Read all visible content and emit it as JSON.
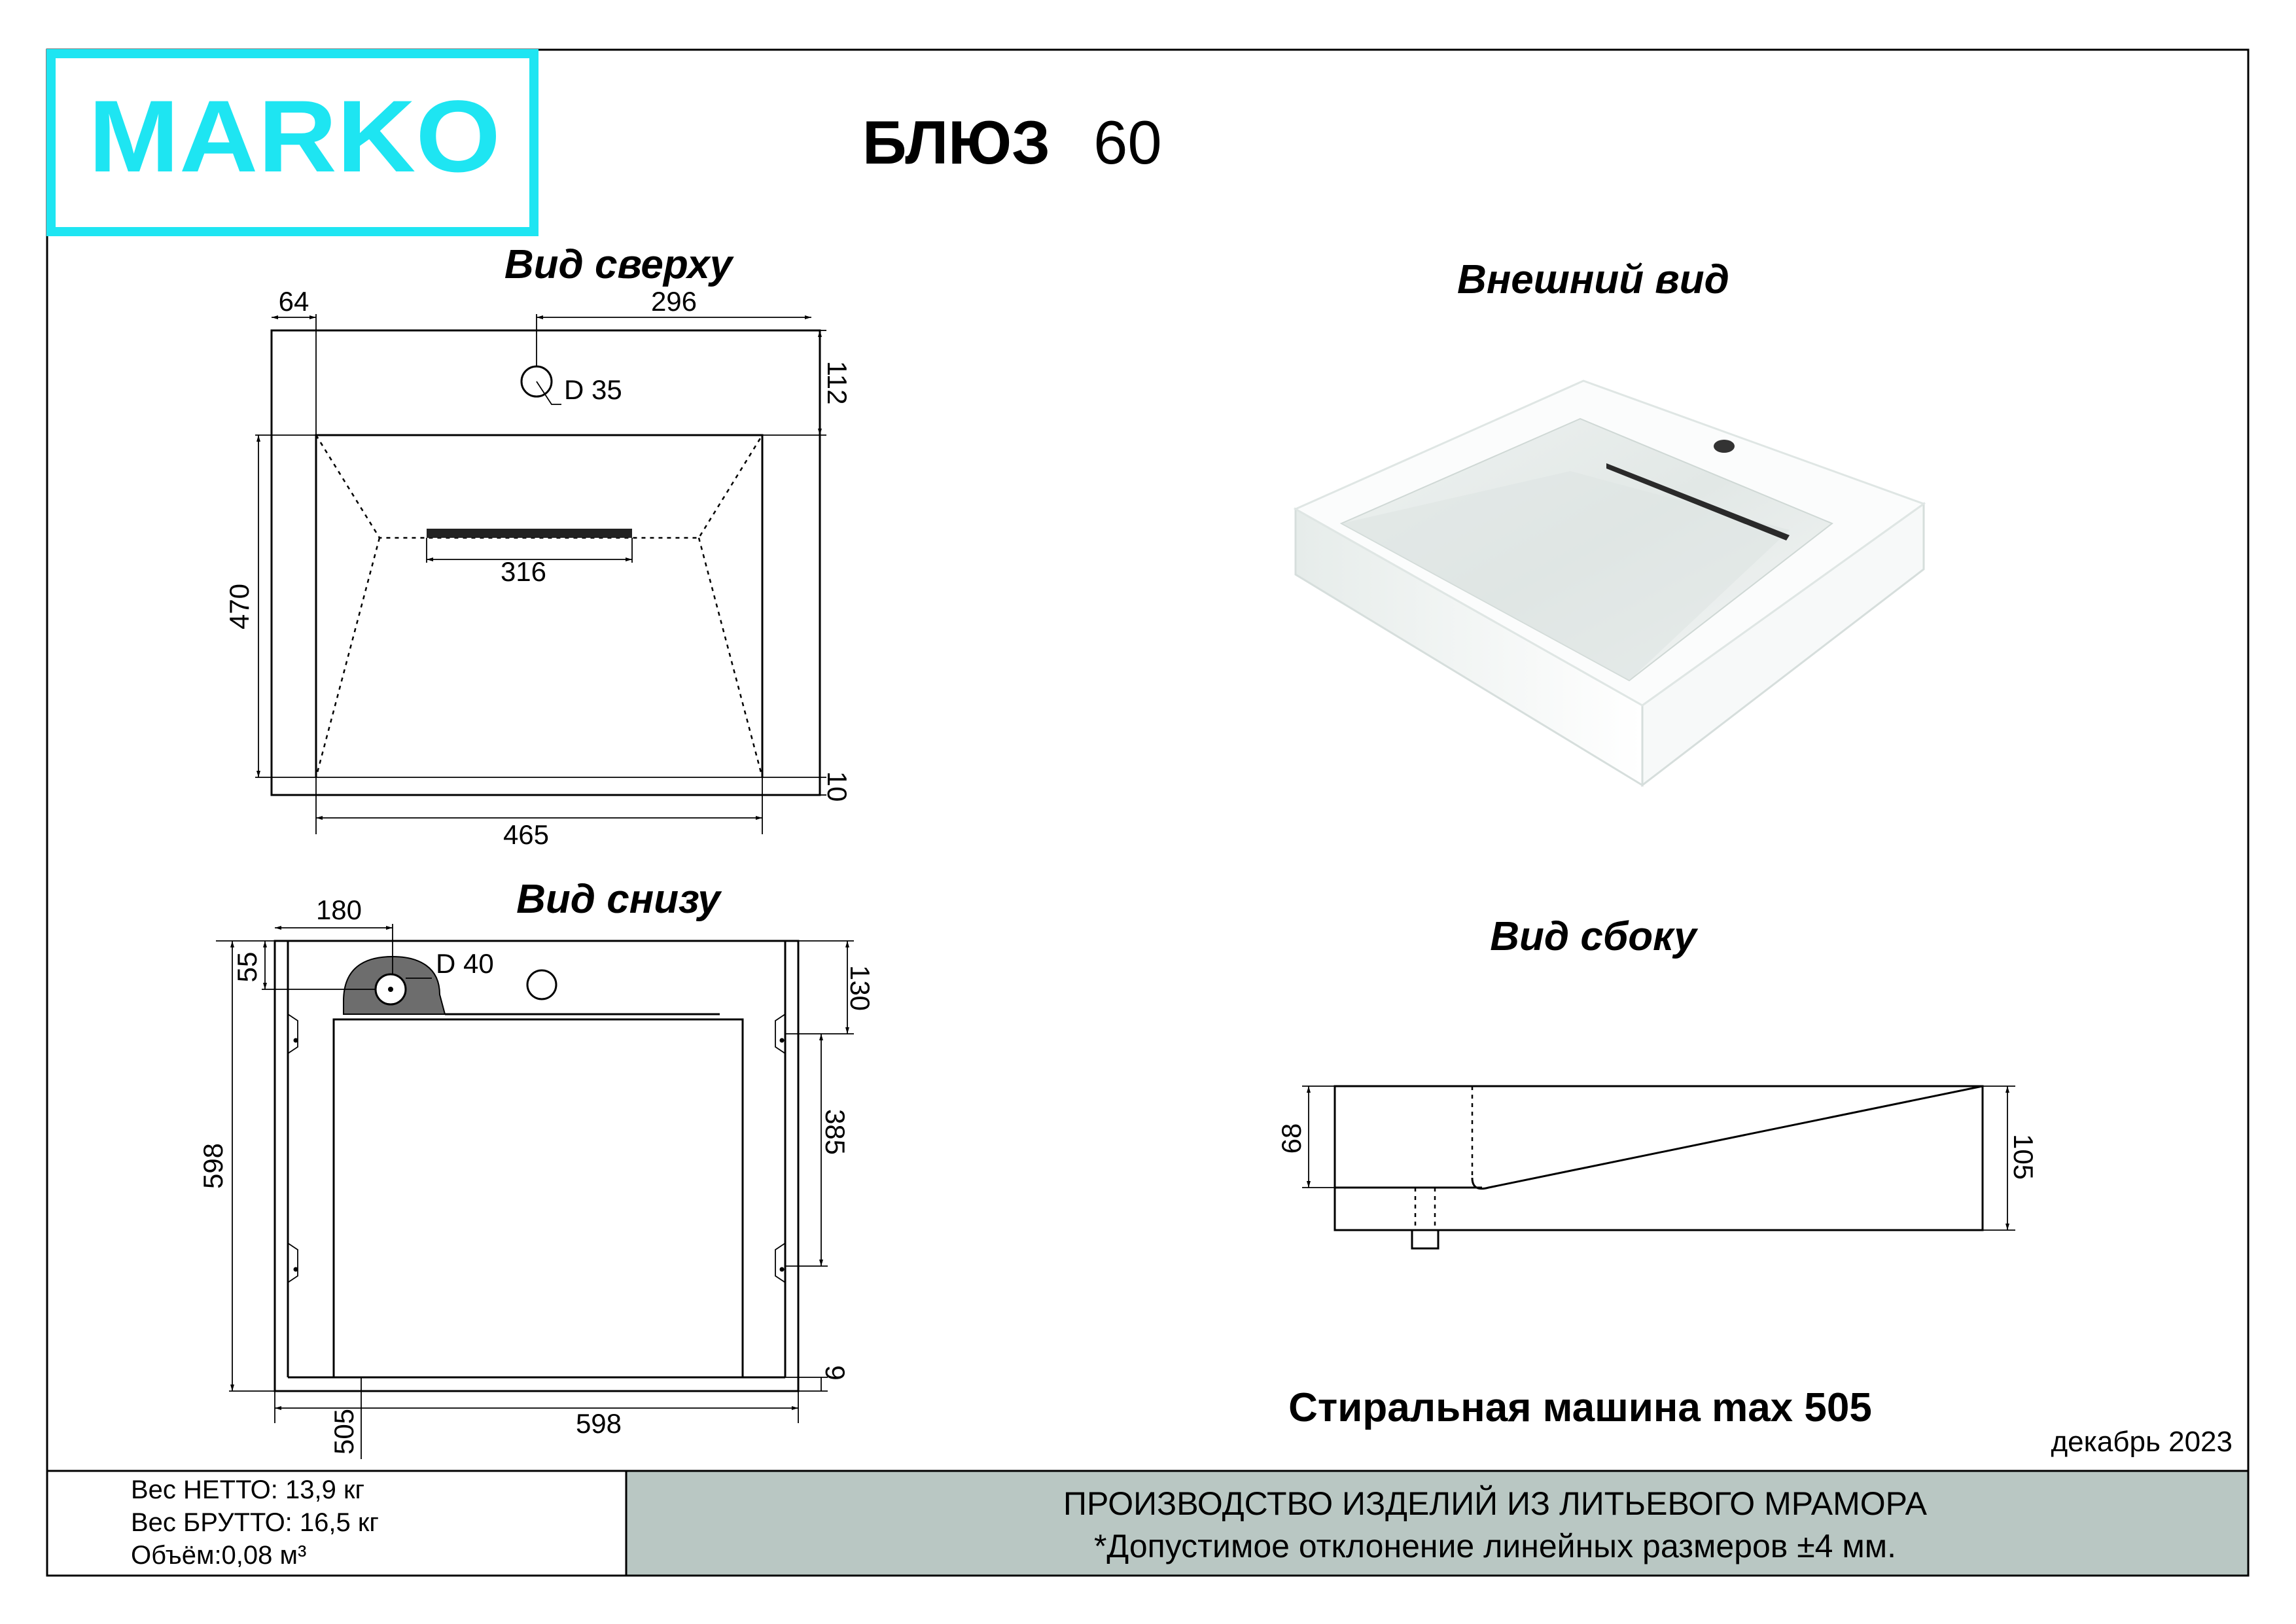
{
  "brand": {
    "logo_text": "MARKO",
    "accent_color": "#1ee5f2"
  },
  "title": {
    "product": "БЛЮЗ",
    "size": "60"
  },
  "views": {
    "top": {
      "heading": "Вид сверху",
      "dims": {
        "left_offset": "64",
        "tap_offset": "296",
        "back_depth": "112",
        "tap_hole": "D 35",
        "slot_width": "316",
        "bowl_depth": "470",
        "front_rim": "10",
        "bowl_width": "465"
      }
    },
    "bottom": {
      "heading": "Вид снизу",
      "dims": {
        "drain_offset": "180",
        "drain_hole": "D 40",
        "drain_depth": "55",
        "rim_130": "130",
        "bracket_spacing": "385",
        "height_598": "598",
        "rim_9": "9",
        "width_598": "598",
        "depth_505": "505"
      }
    },
    "exterior": {
      "heading": "Внешний вид"
    },
    "side": {
      "heading": "Вид сбоку",
      "dims": {
        "front_height": "68",
        "back_height": "105"
      }
    }
  },
  "washer_note": "Стиральная машина max 505",
  "date": "декабрь 2023",
  "footer": {
    "weight_net": "Вес НЕТТО: 13,9 кг",
    "weight_gross": "Вес БРУТТО: 16,5 кг",
    "volume": "Объём:0,08 м³",
    "production_line": "ПРОИЗВОДСТВО ИЗДЕЛИЙ ИЗ ЛИТЬЕВОГО МРАМОРА",
    "tolerance_line": "*Допустимое отклонение линейных размеров ±4 мм.",
    "panel_color": "#b9c7c3"
  }
}
